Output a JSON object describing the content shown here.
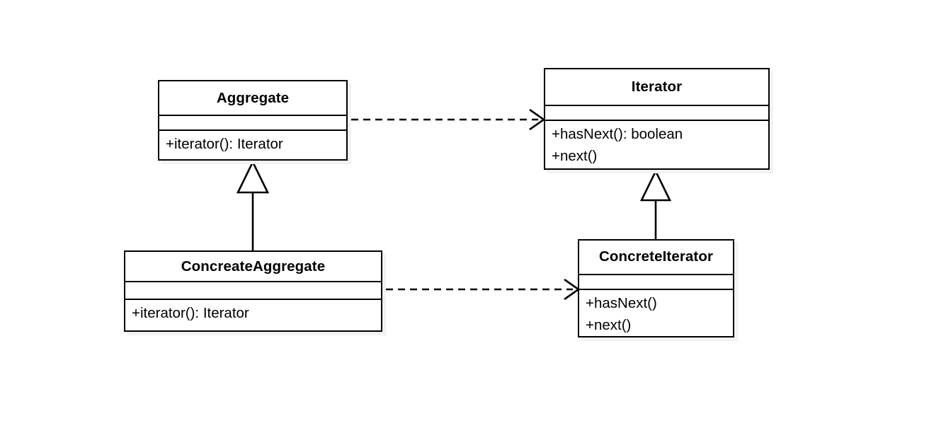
{
  "diagram": {
    "kind": "uml-class-diagram",
    "pattern_title": "Iterator",
    "background_color": "#ffffff",
    "line_color": "#000000",
    "box_fill_color": "#ffffff",
    "shadow_color": "#f2f2f2",
    "classes": [
      {
        "id": "aggregate",
        "name": "Aggregate",
        "attributes": [],
        "operations": [
          "+iterator(): Iterator"
        ]
      },
      {
        "id": "iterator",
        "name": "Iterator",
        "attributes": [],
        "operations": [
          "+hasNext(): boolean",
          "+next()"
        ]
      },
      {
        "id": "concreate-aggregate",
        "name": "ConcreateAggregate",
        "attributes": [],
        "operations": [
          "+iterator(): Iterator"
        ]
      },
      {
        "id": "concrete-iterator",
        "name": "ConcreteIterator",
        "attributes": [],
        "operations": [
          "+hasNext()",
          "+next()"
        ]
      }
    ],
    "relationships": [
      {
        "id": "aggregate-depends-on-iterator",
        "type": "dependency",
        "line_style": "dashed",
        "arrowhead": "open",
        "from": "Aggregate",
        "to": "Iterator",
        "label": ""
      },
      {
        "id": "concreate-aggregate-depends-on-concrete-iterator",
        "type": "dependency",
        "line_style": "dashed",
        "arrowhead": "open",
        "from": "ConcreateAggregate",
        "to": "ConcreteIterator",
        "label": ""
      },
      {
        "id": "concreate-aggregate-extends-aggregate",
        "type": "generalization",
        "line_style": "solid",
        "arrowhead": "hollow-triangle",
        "from": "ConcreateAggregate",
        "to": "Aggregate",
        "label": ""
      },
      {
        "id": "concrete-iterator-extends-iterator",
        "type": "generalization",
        "line_style": "solid",
        "arrowhead": "hollow-triangle",
        "from": "ConcreteIterator",
        "to": "Iterator",
        "label": ""
      }
    ]
  }
}
